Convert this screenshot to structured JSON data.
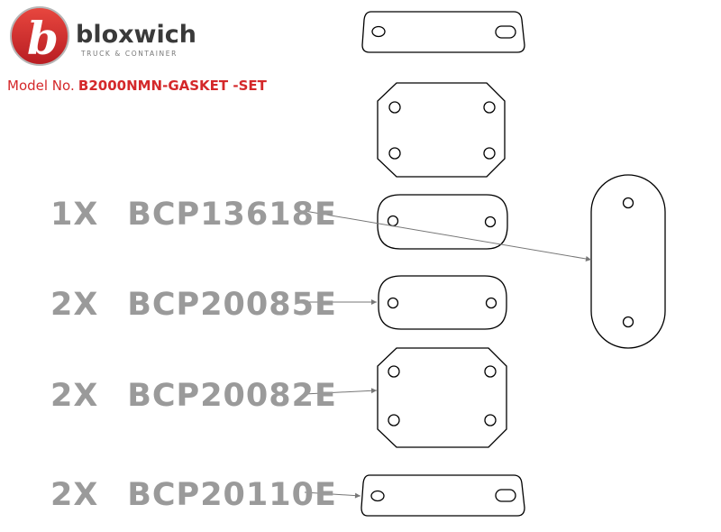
{
  "brand": {
    "name": "bloxwich",
    "tagline": "TRUCK & CONTAINER",
    "logo_letter": "b",
    "colors": {
      "red": "#d4282a",
      "dark": "#3a3a3a",
      "callout_grey": "#9a9a9a"
    }
  },
  "model": {
    "label": "Model No.",
    "value": "B2000NMN-GASKET -SET"
  },
  "callouts": [
    {
      "qty": "1X",
      "part": "BCP13618E"
    },
    {
      "qty": "2X",
      "part": "BCP20085E"
    },
    {
      "qty": "2X",
      "part": "BCP20082E"
    },
    {
      "qty": "2X",
      "part": "BCP20110E"
    }
  ]
}
